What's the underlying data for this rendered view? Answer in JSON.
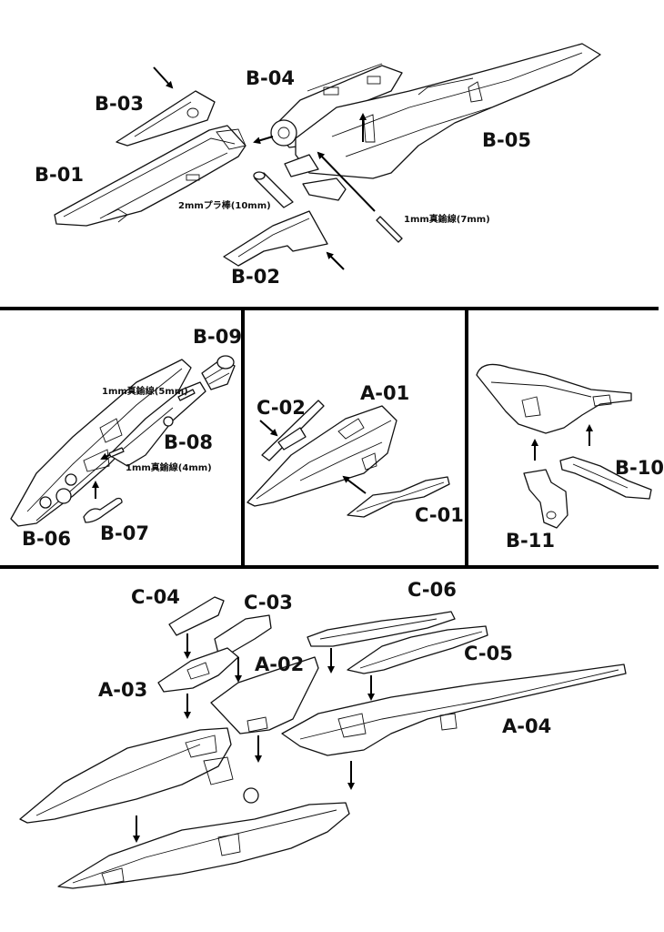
{
  "panels": {
    "top": {
      "labels": {
        "b01": "B-01",
        "b02": "B-02",
        "b03": "B-03",
        "b04": "B-04",
        "b05": "B-05"
      },
      "notes": {
        "pla_rod": "2mmプラ棒(10mm)",
        "brass_wire": "1mm真鍮線(7mm)"
      }
    },
    "middle_left": {
      "labels": {
        "b06": "B-06",
        "b07": "B-07",
        "b08": "B-08",
        "b09": "B-09"
      },
      "notes": {
        "brass_5mm": "1mm真鍮線(5mm)",
        "brass_4mm": "1mm真鍮線(4mm)"
      }
    },
    "middle_center": {
      "labels": {
        "a01": "A-01",
        "c01": "C-01",
        "c02": "C-02"
      }
    },
    "middle_right": {
      "labels": {
        "b10": "B-10",
        "b11": "B-11"
      }
    },
    "bottom": {
      "labels": {
        "a02": "A-02",
        "a03": "A-03",
        "a04": "A-04",
        "c03": "C-03",
        "c04": "C-04",
        "c05": "C-05",
        "c06": "C-06"
      }
    }
  }
}
